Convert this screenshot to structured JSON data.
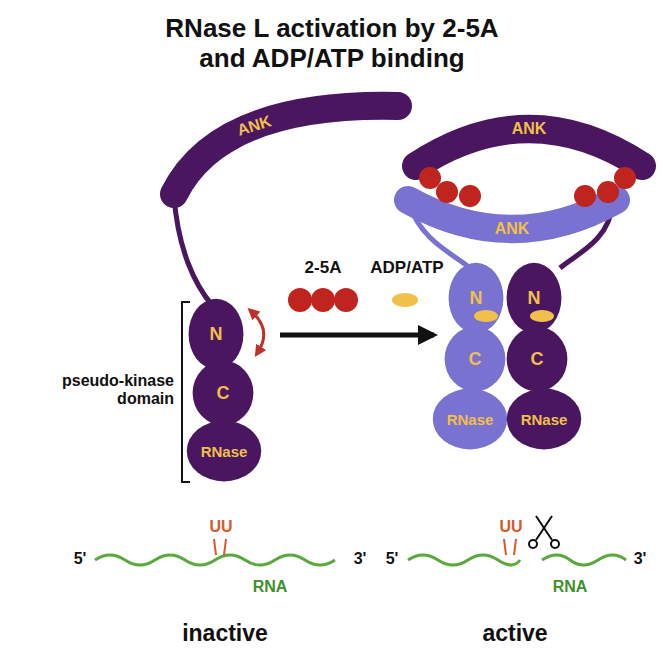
{
  "diagram": {
    "title": "RNase L activation by 2-5A and ADP/ATP binding",
    "nodes": [
      {
        "text": [
          "ANK"
        ]
      },
      {
        "text": [
          "N"
        ]
      },
      {
        "text": [
          "C"
        ]
      },
      {
        "text": [
          "RNase"
        ]
      },
      {
        "text": [
          "ANK"
        ]
      },
      {
        "text": [
          "ANK"
        ]
      },
      {
        "text": [
          "N"
        ]
      },
      {
        "text": [
          "N"
        ]
      },
      {
        "text": [
          "C"
        ]
      },
      {
        "text": [
          "C"
        ]
      },
      {
        "text": [
          "RNase"
        ]
      },
      {
        "text": [
          "RNase"
        ]
      }
    ],
    "labels": [
      "pseudo-kinase domain",
      "2-5A",
      "ADP/ATP",
      "5'",
      "UU",
      "3'",
      "RNA",
      "5'",
      "UU",
      "3'",
      "RNA",
      "inactive",
      "active"
    ]
  }
}
